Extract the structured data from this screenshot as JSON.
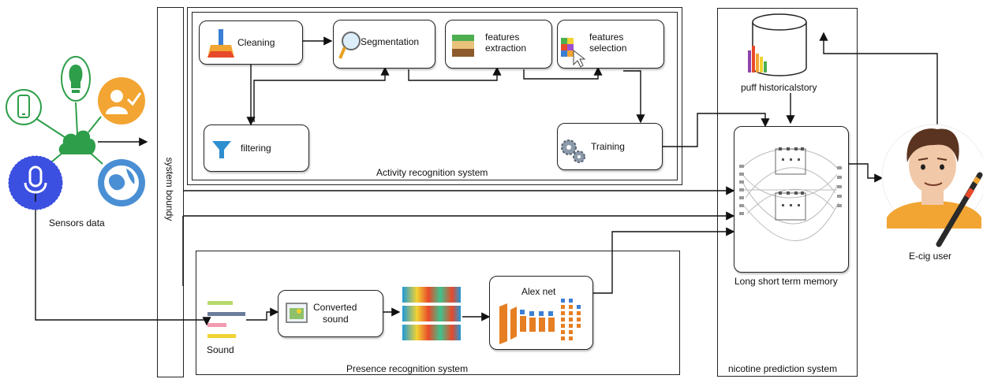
{
  "labels": {
    "sensors_data": "Sensors data",
    "system_boundry": "system boundy",
    "activity_system": "Activity recognition system",
    "presence_system": "Presence recognition system",
    "nicotine_system": "nicotine prediction system",
    "puff_history": "puff historicalstory",
    "lstm": "Long short term memory",
    "ecig_user": "E-cig user",
    "sound": "Sound",
    "alexnet": "Alex net"
  },
  "nodes": {
    "cleaning": "Cleaning",
    "segmentation": "Segmentation",
    "features_extraction_1": "features",
    "features_extraction_2": "extraction",
    "features_selection_1": "features",
    "features_selection_2": "selection",
    "filtering": "filtering",
    "training": "Training",
    "converted_sound_1": "Converted",
    "converted_sound_2": "sound"
  },
  "colors": {
    "sensor_green": "#2e9e4a",
    "user_orange": "#f2a532",
    "mic_blue": "#3b4fe0",
    "globe_blue": "#4a8fd4",
    "skin": "#f2c9a8",
    "spectrogram": "#e8492b"
  }
}
